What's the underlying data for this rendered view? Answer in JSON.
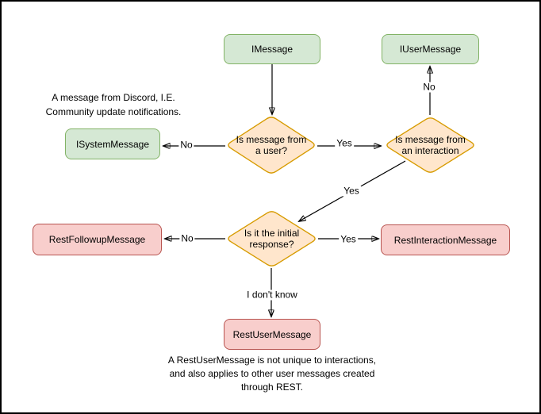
{
  "diagram": {
    "nodes": {
      "imessage": {
        "label": "IMessage"
      },
      "iusermessage": {
        "label": "IUserMessage"
      },
      "isystemmessage": {
        "label": "ISystemMessage"
      },
      "decision_user": {
        "label": "Is message from a user?"
      },
      "decision_interaction": {
        "label": "Is message from an interaction"
      },
      "decision_initial": {
        "label": "Is it the initial response?"
      },
      "restfollowup": {
        "label": "RestFollowupMessage"
      },
      "restinteraction": {
        "label": "RestInteractionMessage"
      },
      "restuser": {
        "label": "RestUserMessage"
      }
    },
    "edges": {
      "to_systemmessage": {
        "label": "No"
      },
      "to_interaction_decision": {
        "label": "Yes"
      },
      "to_usermessage": {
        "label": "No"
      },
      "to_initial_decision": {
        "label": "Yes"
      },
      "to_followup": {
        "label": "No"
      },
      "to_interactionmessage": {
        "label": "Yes"
      },
      "to_restuser": {
        "label": "I don't know"
      }
    },
    "captions": {
      "system_note": {
        "line1": "A message from Discord, I.E.",
        "line2": "Community update notifications."
      },
      "restuser_note": {
        "line1": "A RestUserMessage is not unique to interactions,",
        "line2": "and also applies to other user messages created",
        "line3": "through REST."
      }
    },
    "colors": {
      "green_fill": "#d5e8d4",
      "green_stroke": "#82b366",
      "orange_fill": "#ffe6cc",
      "orange_stroke": "#d79b00",
      "red_fill": "#f8cecc",
      "red_stroke": "#b85450",
      "edge": "#000000",
      "text": "#000000",
      "background": "#ffffff",
      "frame": "#000000"
    }
  }
}
